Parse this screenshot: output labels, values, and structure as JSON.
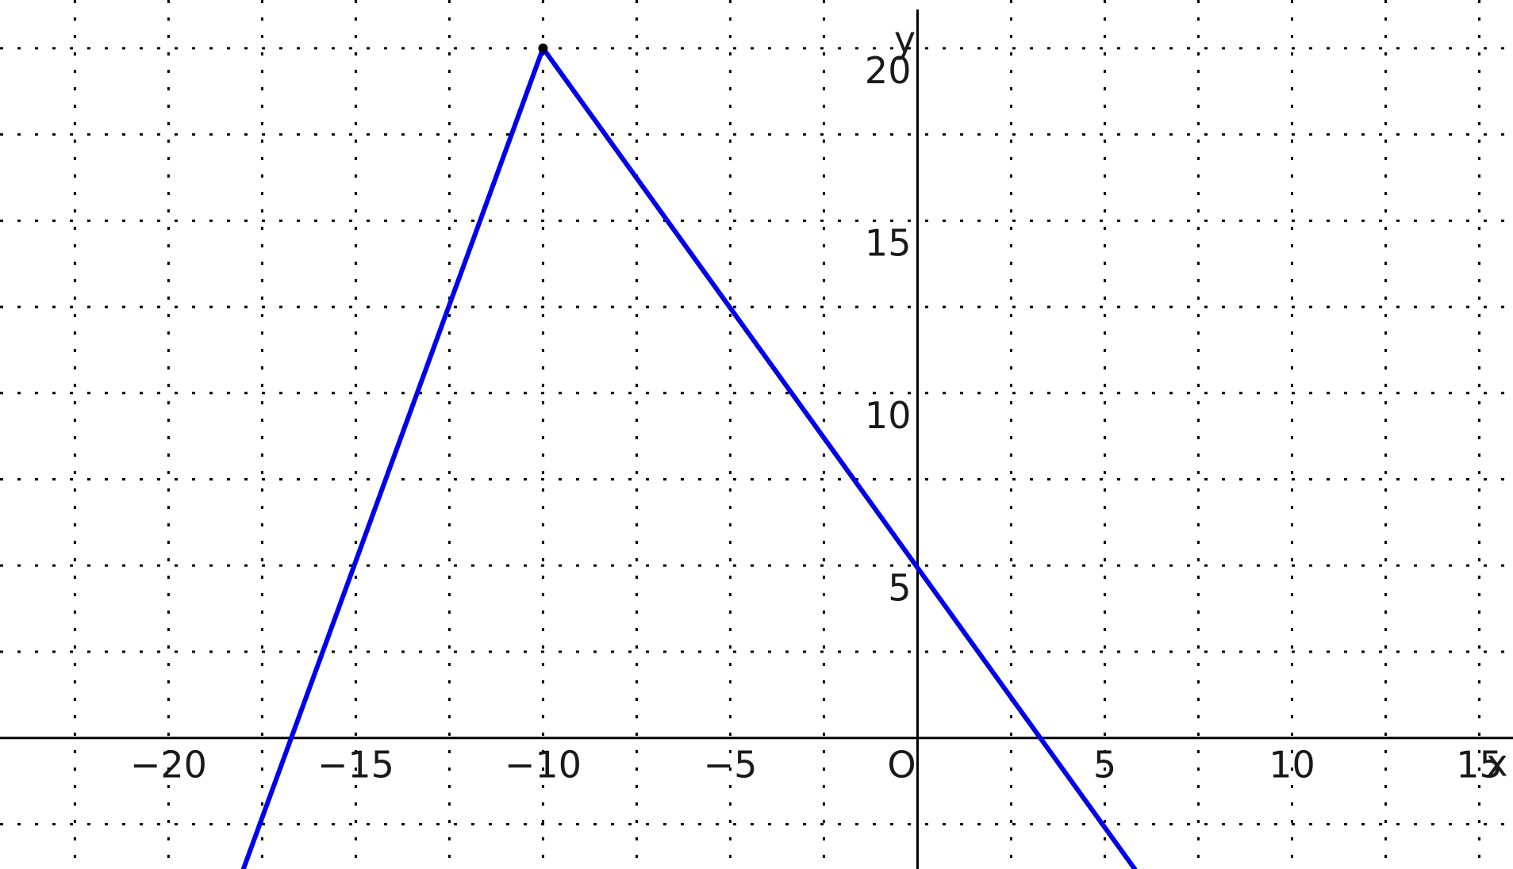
{
  "chart_data": {
    "type": "line",
    "title": "",
    "xlabel": "x",
    "ylabel": "y",
    "xlim": [
      -24.5,
      15.9
    ],
    "ylim": [
      -3.8,
      21.4
    ],
    "grid": true,
    "x_ticks": [
      -20,
      -15,
      -10,
      -5,
      5,
      10,
      15
    ],
    "x_tick_labels": [
      "−20",
      "−15",
      "−10",
      "−5",
      "5",
      "10",
      "15"
    ],
    "y_ticks": [
      5,
      10,
      15,
      20
    ],
    "y_tick_labels": [
      "5",
      "10",
      "15",
      "20"
    ],
    "origin_label": "O",
    "x_grid": [
      -22.5,
      -20,
      -17.5,
      -15,
      -12.5,
      -10,
      -7.5,
      -5,
      -2.5,
      2.5,
      5,
      7.5,
      10,
      12.5,
      15
    ],
    "y_grid": [
      -2.5,
      2.5,
      5,
      7.5,
      10,
      12.5,
      15,
      17.5,
      20
    ],
    "series": [
      {
        "color": "#0000ee",
        "x": [
          -18,
          -10,
          5.8
        ],
        "y": [
          -3.8,
          20,
          -3.8
        ]
      }
    ],
    "points": [
      {
        "x": -10,
        "y": 20,
        "color": "#000000"
      }
    ]
  }
}
